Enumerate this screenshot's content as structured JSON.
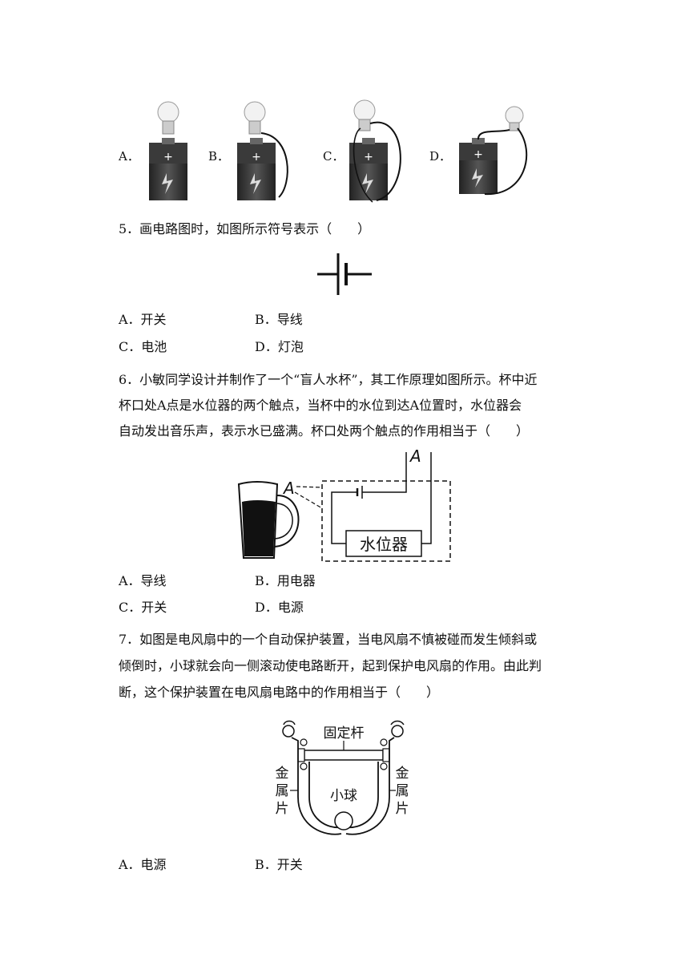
{
  "q4": {
    "options": [
      {
        "label": "A．"
      },
      {
        "label": "B．"
      },
      {
        "label": "C．"
      },
      {
        "label": "D．"
      }
    ]
  },
  "q5": {
    "stem": "5．画电路图时，如图所示符号表示（　　）",
    "options": [
      {
        "label": "A．开关"
      },
      {
        "label": "B．导线"
      },
      {
        "label": "C．电池"
      },
      {
        "label": "D．灯泡"
      }
    ]
  },
  "q6": {
    "lines": [
      "6．小敏同学设计并制作了一个“盲人水杯”，其工作原理如图所示。杯中近",
      "杯口处A点是水位器的两个触点，当杯中的水位到达A位置时，水位器会",
      "自动发出音乐声，表示水已盛满。杯口处两个触点的作用相当于（　　）"
    ],
    "figure": {
      "label_a_top": "A",
      "label_a_cup": "A",
      "device": "水位器"
    },
    "options": [
      {
        "label": "A．导线"
      },
      {
        "label": "B．用电器"
      },
      {
        "label": "C．开关"
      },
      {
        "label": "D．电源"
      }
    ]
  },
  "q7": {
    "lines": [
      "7．如图是电风扇中的一个自动保护装置，当电风扇不慎被碰而发生倾斜或",
      "倾倒时，小球就会向一侧滚动使电路断开，起到保护电风扇的作用。由此判",
      "断，这个保护装置在电风扇电路中的作用相当于（　　）"
    ],
    "figure": {
      "rod": "固定杆",
      "ball": "小球",
      "left_1": "金",
      "left_2": "属",
      "left_3": "片",
      "right_1": "金",
      "right_2": "属",
      "right_3": "片"
    },
    "options": [
      {
        "label": "A．电源"
      },
      {
        "label": "B．开关"
      }
    ]
  }
}
